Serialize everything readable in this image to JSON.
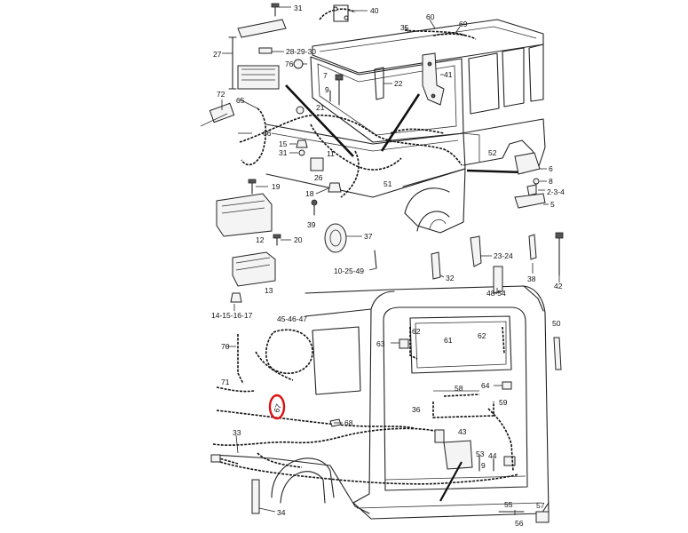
{
  "callouts": [
    {
      "id": "c31",
      "text": "31"
    },
    {
      "id": "c40",
      "text": "40"
    },
    {
      "id": "c60",
      "text": "60"
    },
    {
      "id": "c69",
      "text": "69"
    },
    {
      "id": "c35",
      "text": "35"
    },
    {
      "id": "c27",
      "text": "27"
    },
    {
      "id": "c28",
      "text": "28-29-30"
    },
    {
      "id": "c76",
      "text": "76"
    },
    {
      "id": "c9a",
      "text": "9"
    },
    {
      "id": "c7",
      "text": "7"
    },
    {
      "id": "c22",
      "text": "22"
    },
    {
      "id": "c41",
      "text": "41"
    },
    {
      "id": "c72",
      "text": "72"
    },
    {
      "id": "c65",
      "text": "65"
    },
    {
      "id": "c21",
      "text": "21"
    },
    {
      "id": "c66",
      "text": "66"
    },
    {
      "id": "c15",
      "text": "15"
    },
    {
      "id": "c31b",
      "text": "31"
    },
    {
      "id": "c11",
      "text": "11"
    },
    {
      "id": "c26",
      "text": "26"
    },
    {
      "id": "c19",
      "text": "19"
    },
    {
      "id": "c18",
      "text": "18"
    },
    {
      "id": "c51",
      "text": "51"
    },
    {
      "id": "c52",
      "text": "52"
    },
    {
      "id": "c6",
      "text": "6"
    },
    {
      "id": "c8",
      "text": "8"
    },
    {
      "id": "c234",
      "text": "2-3-4"
    },
    {
      "id": "c5",
      "text": "5"
    },
    {
      "id": "c39",
      "text": "39"
    },
    {
      "id": "c12",
      "text": "12"
    },
    {
      "id": "c20",
      "text": "20"
    },
    {
      "id": "c37",
      "text": "37"
    },
    {
      "id": "c2324",
      "text": "23-24"
    },
    {
      "id": "c102549",
      "text": "10-25-49"
    },
    {
      "id": "c32",
      "text": "32"
    },
    {
      "id": "c38",
      "text": "38"
    },
    {
      "id": "c42",
      "text": "42"
    },
    {
      "id": "c13",
      "text": "13"
    },
    {
      "id": "c4854",
      "text": "48-54"
    },
    {
      "id": "c141516",
      "text": "14-15-16-17"
    },
    {
      "id": "c454647",
      "text": "45-46-47"
    },
    {
      "id": "c50",
      "text": "50"
    },
    {
      "id": "c62a",
      "text": "62"
    },
    {
      "id": "c62b",
      "text": "62"
    },
    {
      "id": "c63",
      "text": "63"
    },
    {
      "id": "c61",
      "text": "61"
    },
    {
      "id": "c70",
      "text": "70"
    },
    {
      "id": "c71",
      "text": "71"
    },
    {
      "id": "c58",
      "text": "58"
    },
    {
      "id": "c64",
      "text": "64"
    },
    {
      "id": "c67",
      "text": "67"
    },
    {
      "id": "c68",
      "text": "68"
    },
    {
      "id": "c36",
      "text": "36"
    },
    {
      "id": "c59",
      "text": "59"
    },
    {
      "id": "c33",
      "text": "33"
    },
    {
      "id": "c43",
      "text": "43"
    },
    {
      "id": "c53",
      "text": "53"
    },
    {
      "id": "c44",
      "text": "44"
    },
    {
      "id": "c9b",
      "text": "9"
    },
    {
      "id": "c34",
      "text": "34"
    },
    {
      "id": "c55",
      "text": "55"
    },
    {
      "id": "c57",
      "text": "57"
    },
    {
      "id": "c56",
      "text": "56"
    }
  ],
  "highlighted_callout": "67",
  "highlight_color": "#dd1111"
}
